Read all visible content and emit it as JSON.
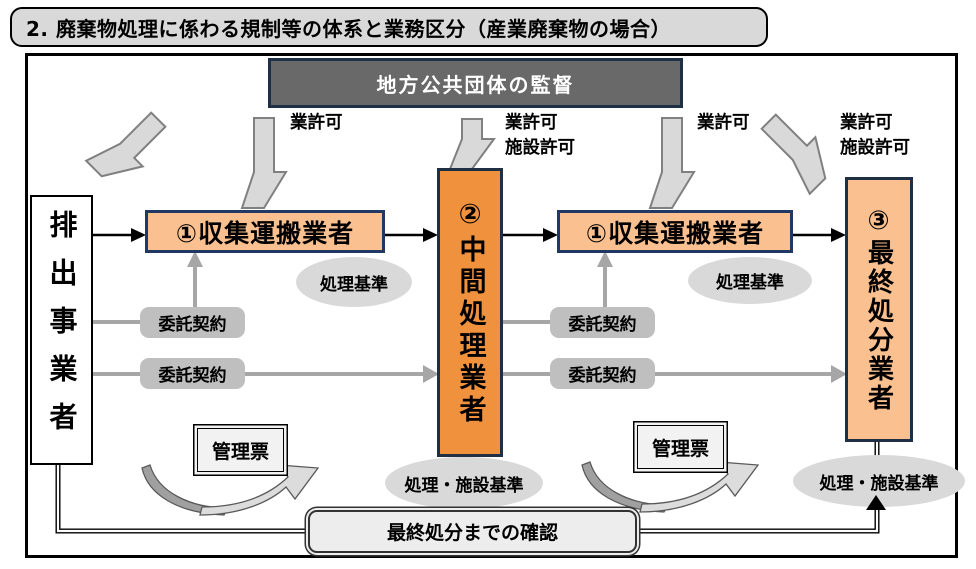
{
  "title": "2. 廃棄物処理に係わる規制等の体系と業務区分（産業廃棄物の場合）",
  "supervision": {
    "label": "地方公共団体の監督"
  },
  "permits": {
    "business": "業許可",
    "business_and_facility": "業許可\n施設許可"
  },
  "entities": {
    "generator": "排出事業者",
    "collector": "①収集運搬業者",
    "intermediate": "②中間処理業者",
    "final_disposal": "③最終処分業者"
  },
  "annotations": {
    "treatment_standard": "処理基準",
    "treatment_facility_standard": "処理・施設基準",
    "consignment_contract": "委託契約",
    "manifest": "管理票",
    "final_confirmation": "最終処分までの確認"
  },
  "colors": {
    "peach_box": "#FAC090",
    "orange_box": "#F0913E",
    "navy_border": "#1F3044",
    "supervision_fill": "#696969",
    "block_arrow_fill": "#D9D9D9",
    "contract_fill": "#BFBFBF",
    "gray_arrow": "#A6A6A6"
  }
}
